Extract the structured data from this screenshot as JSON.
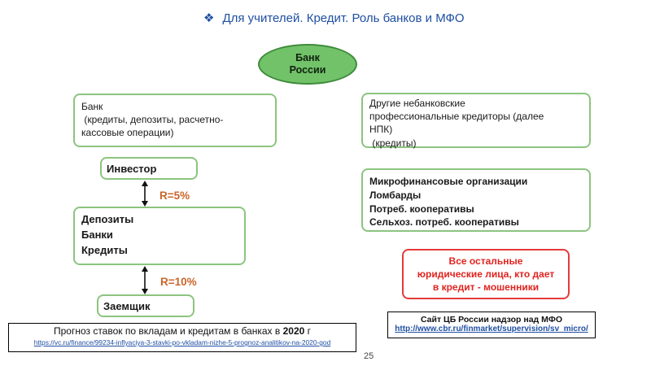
{
  "header": {
    "bullet": "❖",
    "title": "Для учителей.  Кредит. Роль банков и МФО"
  },
  "central_bank": {
    "line1": "Банк",
    "line2": "России"
  },
  "bank_box": {
    "title": "Банк",
    "desc1": " (кредиты, депозиты, расчетно-",
    "desc2": "кассовые операции)"
  },
  "other_box": {
    "line1": "Другие небанковские",
    "line2": "профессиональные кредиторы (далее",
    "line3": "НПК)",
    "line4": " (кредиты)"
  },
  "investor": "Инвестор",
  "rate_deposit": "R=5%",
  "deposits_box": {
    "line1": "Депозиты",
    "line2": "Банки",
    "line3": "Кредиты"
  },
  "rate_credit": "R=10%",
  "borrower": "Заемщик",
  "mfo_box": {
    "line1": "Микрофинансовые организации",
    "line2": "Ломбарды",
    "line3": "Потреб. кооперативы",
    "line4": "Сельхоз. потреб. кооперативы"
  },
  "fraud_box": {
    "line1": "Все остальные",
    "line2": "юридические лица, кто дает",
    "line3": "в кредит - мошенники"
  },
  "note": {
    "title_prefix": "Прогноз ставок по вкладам и кредитам в банках в ",
    "title_year": "2020",
    "title_suffix": " г",
    "link": "https://vc.ru/finance/99234-inflyaciya-3-stavki-po-vkladam-nizhe-5-prognoz-analitikov-na-2020-god"
  },
  "cbr": {
    "title": "Сайт ЦБ России надзор над МФО",
    "link": "http://www.cbr.ru/finmarket/supervision/sv_micro/"
  },
  "page_number": "25",
  "colors": {
    "accent_blue": "#1f4fa3",
    "ellipse_green": "#72c26a",
    "box_border_green": "#8cc47f",
    "rate_orange": "#c9662a",
    "fraud_red": "#e0231f"
  }
}
